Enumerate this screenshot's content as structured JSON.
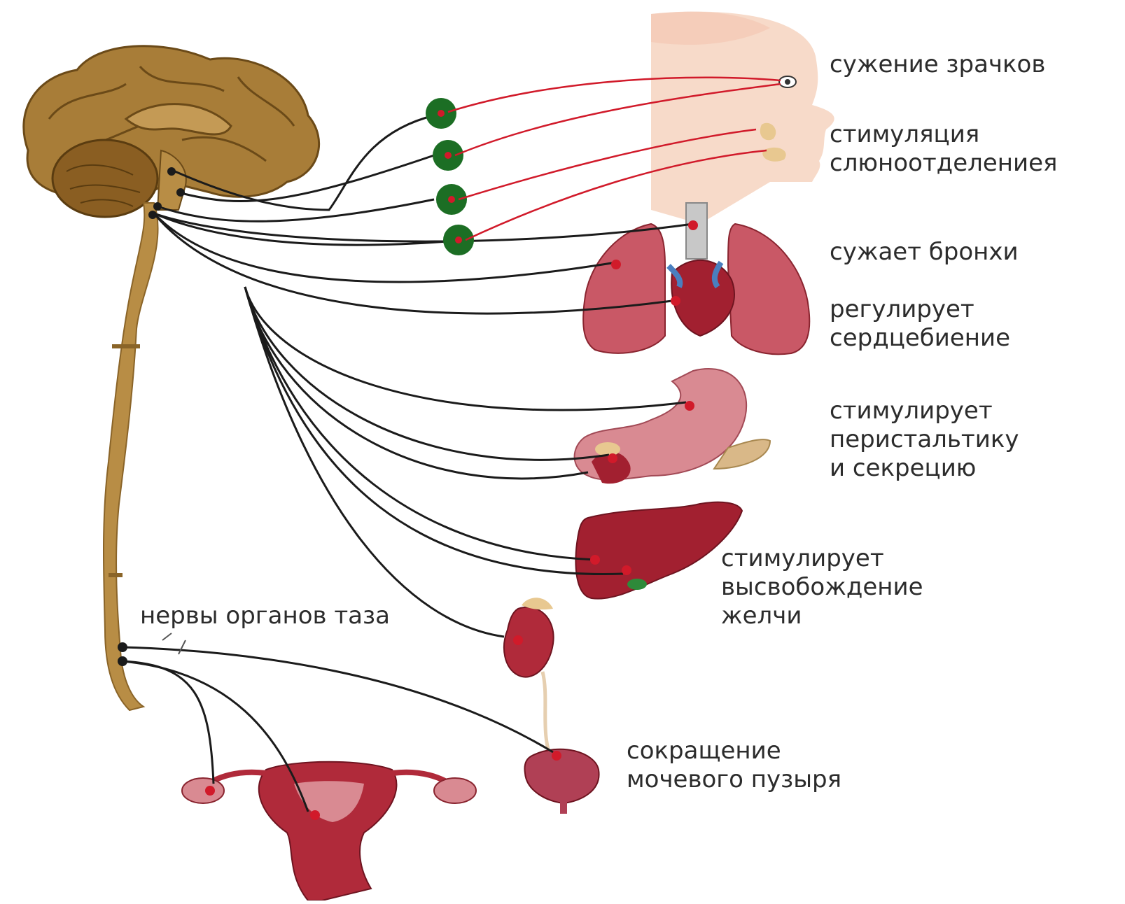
{
  "colors": {
    "brain": "#a87d38",
    "brain_dark": "#6b4a18",
    "spine": "#b88d45",
    "nerve_pre": "#1b1b1b",
    "nerve_post": "#d11a2a",
    "ganglion": "#1c6e24",
    "organ": "#a22030",
    "organ_light": "#d98a92",
    "skin": "#f6d3c0"
  },
  "labels": {
    "pupils": "сужение зрачков",
    "saliva_1": "стимуляция",
    "saliva_2": "слюноотделениея",
    "bronchi": "сужает бронхи",
    "heart_1": "регулирует",
    "heart_2": "сердцебиение",
    "digest_1": "стимулирует",
    "digest_2": "перистальтику",
    "digest_3": "и секрецию",
    "bile_1": "стимулирует",
    "bile_2": "высвобождение",
    "bile_3": "желчи",
    "pelvic_nerves": "нервы органов таза",
    "bladder_1": "сокращение",
    "bladder_2": "мочевого пузыря"
  }
}
